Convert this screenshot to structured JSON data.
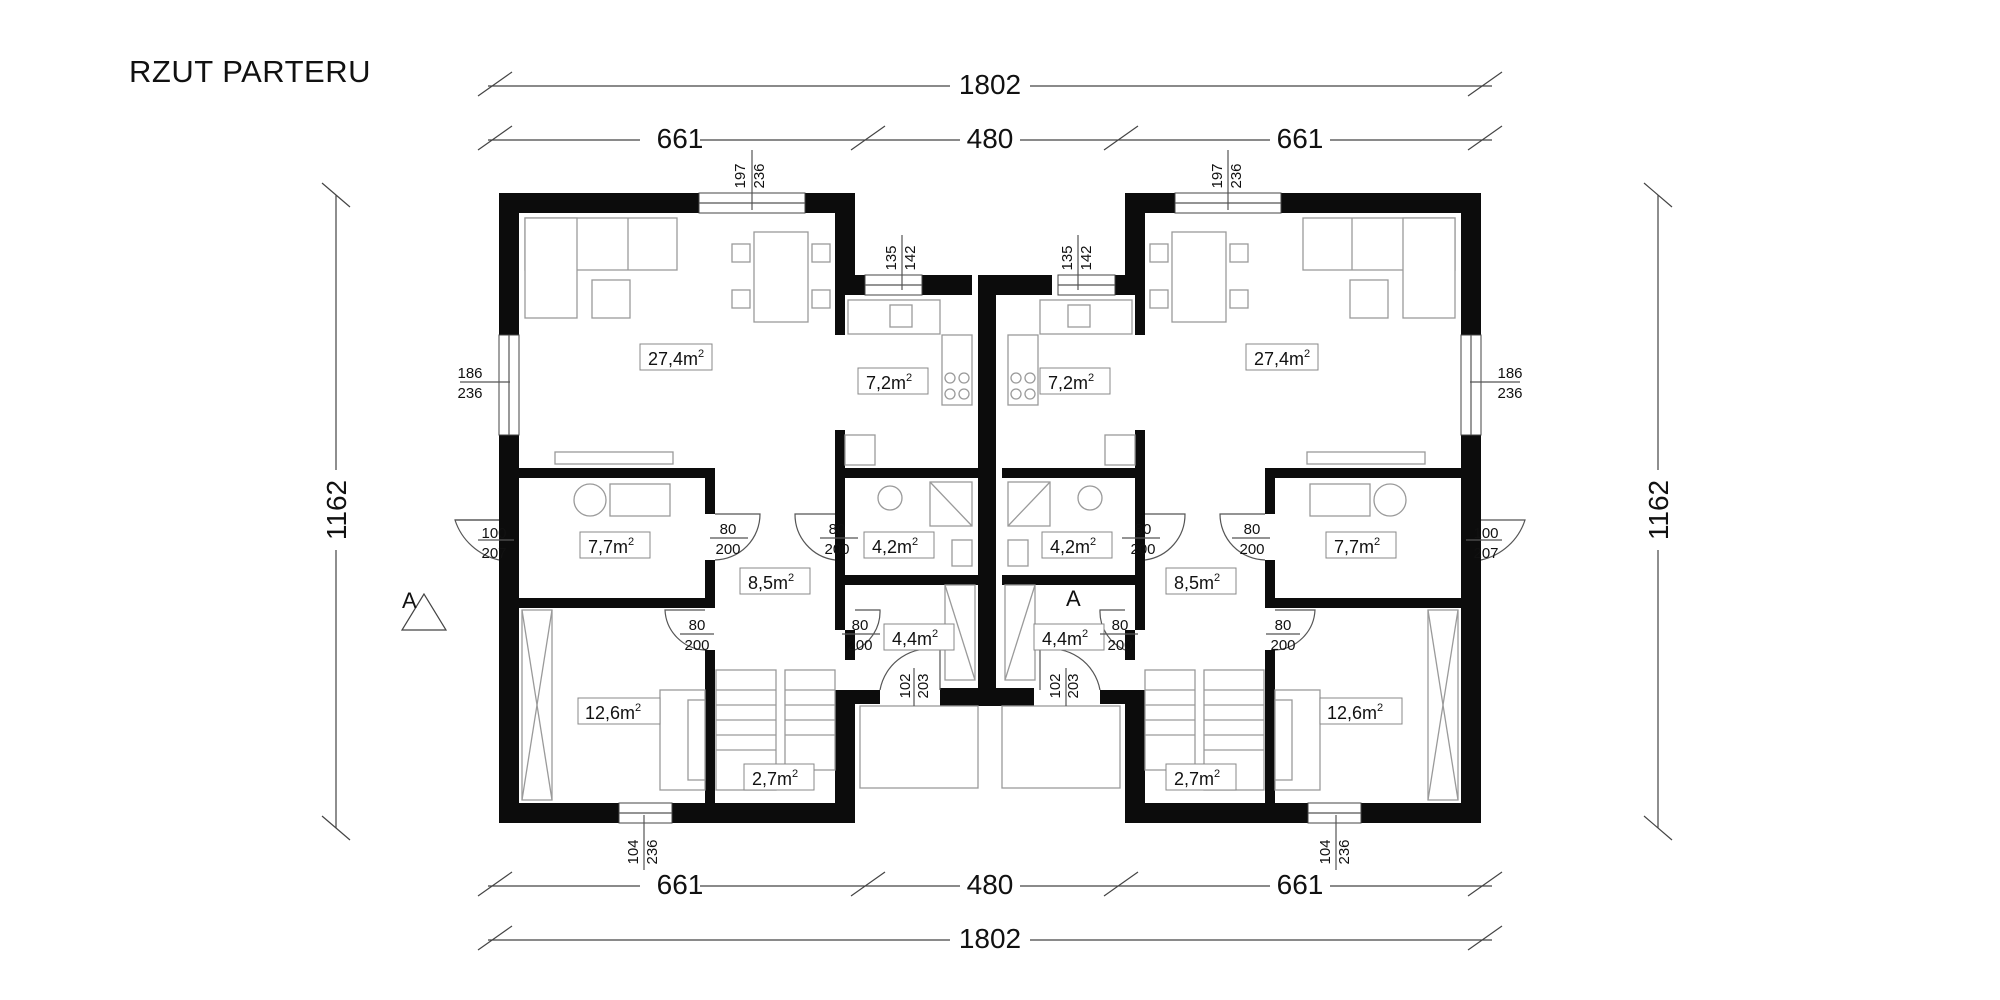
{
  "title": "RZUT PARTERU",
  "dimensions": {
    "overall_top": "1802",
    "overall_bottom": "1802",
    "top_left": "661",
    "top_middle": "480",
    "top_right": "661",
    "bottom_left": "661",
    "bottom_middle": "480",
    "bottom_right": "661",
    "height_left": "1162",
    "height_right": "1162"
  },
  "section_marks": {
    "left": "A",
    "center": "A"
  },
  "left_unit": {
    "rooms": {
      "living": {
        "area": "27,4",
        "unit": "m",
        "exp": "2"
      },
      "kitchen": {
        "area": "7,2",
        "unit": "m",
        "exp": "2"
      },
      "utility": {
        "area": "7,7",
        "unit": "m",
        "exp": "2"
      },
      "bathroom": {
        "area": "4,2",
        "unit": "m",
        "exp": "2"
      },
      "hall": {
        "area": "8,5",
        "unit": "m",
        "exp": "2"
      },
      "vestibule": {
        "area": "4,4",
        "unit": "m",
        "exp": "2"
      },
      "bedroom": {
        "area": "12,6",
        "unit": "m",
        "exp": "2"
      },
      "stairs": {
        "area": "2,7",
        "unit": "m",
        "exp": "2"
      }
    },
    "openings": {
      "living_top_window": [
        "197",
        "236"
      ],
      "kitchen_window": [
        "135",
        "142"
      ],
      "living_side_window": [
        "186",
        "236"
      ],
      "entry_door": [
        "100",
        "207"
      ],
      "utility_door": [
        "80",
        "200"
      ],
      "bath_door": [
        "80",
        "200"
      ],
      "bedroom_door": [
        "80",
        "200"
      ],
      "vestibule_door": [
        "80",
        "200"
      ],
      "front_door": [
        "102",
        "203"
      ],
      "bedroom_window": [
        "104",
        "236"
      ]
    }
  },
  "right_unit": {
    "rooms": {
      "living": {
        "area": "27,4",
        "unit": "m",
        "exp": "2"
      },
      "kitchen": {
        "area": "7,2",
        "unit": "m",
        "exp": "2"
      },
      "utility": {
        "area": "7,7",
        "unit": "m",
        "exp": "2"
      },
      "bathroom": {
        "area": "4,2",
        "unit": "m",
        "exp": "2"
      },
      "hall": {
        "area": "8,5",
        "unit": "m",
        "exp": "2"
      },
      "vestibule": {
        "area": "4,4",
        "unit": "m",
        "exp": "2"
      },
      "bedroom": {
        "area": "12,6",
        "unit": "m",
        "exp": "2"
      },
      "stairs": {
        "area": "2,7",
        "unit": "m",
        "exp": "2"
      }
    },
    "openings": {
      "living_top_window": [
        "197",
        "236"
      ],
      "kitchen_window": [
        "135",
        "142"
      ],
      "living_side_window": [
        "186",
        "236"
      ],
      "entry_door": [
        "100",
        "207"
      ],
      "utility_door": [
        "80",
        "200"
      ],
      "bath_door": [
        "80",
        "200"
      ],
      "bedroom_door": [
        "80",
        "200"
      ],
      "vestibule_door": [
        "80",
        "200"
      ],
      "front_door": [
        "102",
        "203"
      ],
      "bedroom_window": [
        "104",
        "236"
      ]
    }
  },
  "colors": {
    "wall": "#0c0c0c",
    "furniture": "#9a9a9a",
    "dimension": "#444444"
  }
}
